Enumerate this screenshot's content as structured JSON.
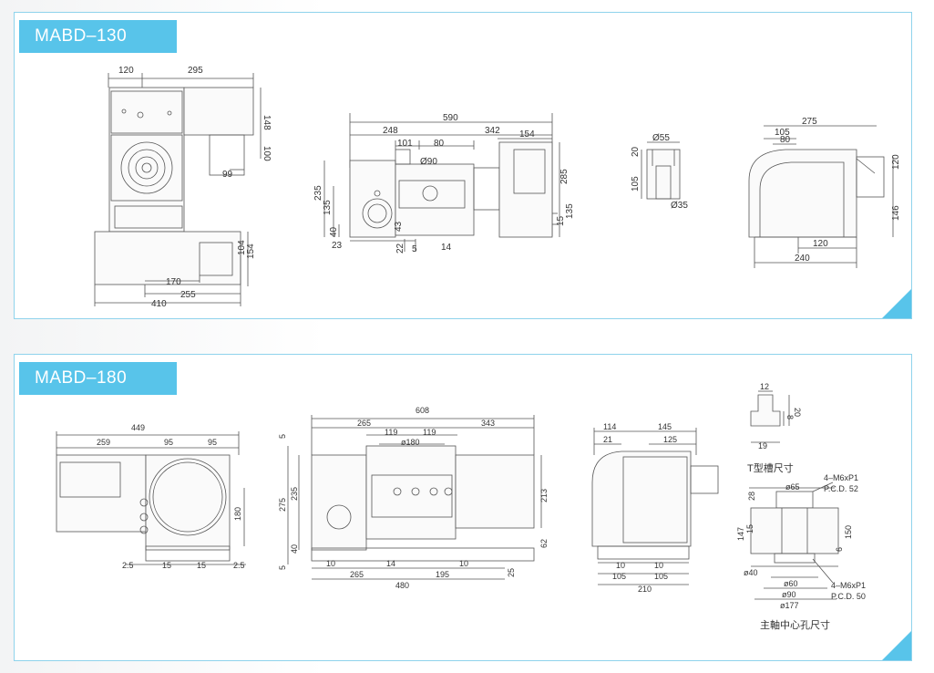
{
  "sections": [
    {
      "title": "MABD–130",
      "front_view": {
        "dims": [
          "120",
          "295",
          "148",
          "100",
          "99",
          "104",
          "154",
          "170",
          "255",
          "410"
        ]
      },
      "side_view": {
        "dims": [
          "590",
          "248",
          "342",
          "154",
          "101",
          "80",
          "Ø90",
          "235",
          "135",
          "40",
          "23",
          "43",
          "22",
          "5",
          "14",
          "285",
          "135",
          "15"
        ]
      },
      "detail_view": {
        "dims": [
          "Ø55",
          "20",
          "105",
          "Ø35"
        ]
      },
      "end_view": {
        "dims": [
          "275",
          "105",
          "80",
          "120",
          "146",
          "120",
          "240"
        ]
      }
    },
    {
      "title": "MABD–180",
      "front_view": {
        "dims": [
          "449",
          "259",
          "95",
          "95",
          "180",
          "2.5",
          "15",
          "15",
          "2.5"
        ]
      },
      "side_view": {
        "dims": [
          "608",
          "265",
          "343",
          "119",
          "119",
          "ø180",
          "5",
          "275",
          "235",
          "40",
          "5",
          "213",
          "62",
          "10",
          "14",
          "10",
          "265",
          "195",
          "480",
          "25"
        ]
      },
      "end_view": {
        "dims": [
          "114",
          "145",
          "21",
          "125",
          "10",
          "10",
          "105",
          "105",
          "210"
        ]
      },
      "tslot": {
        "dims": [
          "12",
          "20",
          "8",
          "19"
        ],
        "caption": "T型槽尺寸"
      },
      "spindle": {
        "dims": [
          "28",
          "ø65",
          "147",
          "15",
          "150",
          "6",
          "ø40",
          "ø60",
          "ø90",
          "ø177"
        ],
        "note_top": "4–M6xP1",
        "note_top2": "P.C.D. 52",
        "note_bottom": "4–M6xP1",
        "note_bottom2": "P.C.D. 50",
        "caption": "主軸中心孔尺寸"
      }
    }
  ]
}
